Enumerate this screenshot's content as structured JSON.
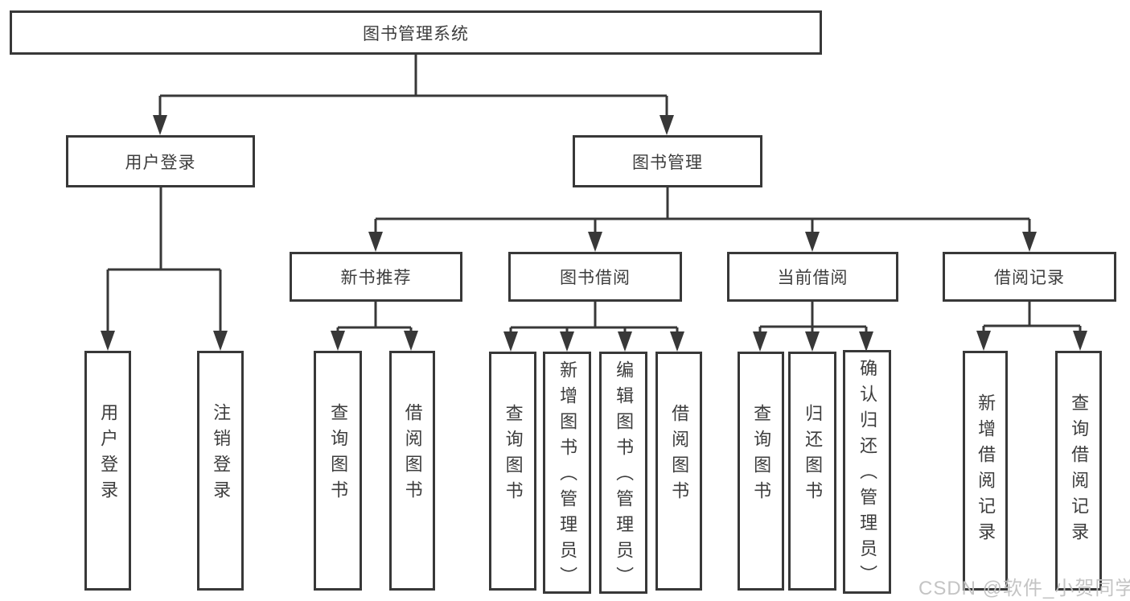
{
  "diagram": {
    "root": {
      "label": "图书管理系统"
    },
    "level1": [
      {
        "id": "user-login",
        "label": "用户登录"
      },
      {
        "id": "book-management",
        "label": "图书管理"
      }
    ],
    "level2": [
      {
        "id": "new-book-recommendation",
        "label": "新书推荐"
      },
      {
        "id": "book-borrowing",
        "label": "图书借阅"
      },
      {
        "id": "current-borrowing",
        "label": "当前借阅"
      },
      {
        "id": "borrowing-records",
        "label": "借阅记录"
      }
    ],
    "leaves": [
      {
        "parent": "user-login",
        "label": "用户登录"
      },
      {
        "parent": "user-login",
        "label": "注销登录"
      },
      {
        "parent": "new-book-recommendation",
        "label": "查询图书"
      },
      {
        "parent": "new-book-recommendation",
        "label": "借阅图书"
      },
      {
        "parent": "book-borrowing",
        "label": "查询图书"
      },
      {
        "parent": "book-borrowing",
        "label": "新增图书（管理员）"
      },
      {
        "parent": "book-borrowing",
        "label": "编辑图书（管理员）"
      },
      {
        "parent": "book-borrowing",
        "label": "借阅图书"
      },
      {
        "parent": "current-borrowing",
        "label": "查询图书"
      },
      {
        "parent": "current-borrowing",
        "label": "归还图书"
      },
      {
        "parent": "current-borrowing",
        "label": "确认归还（管理员）"
      },
      {
        "parent": "borrowing-records",
        "label": "新增借阅记录"
      },
      {
        "parent": "borrowing-records",
        "label": "查询借阅记录"
      }
    ]
  },
  "watermark": {
    "text": "CSDN @软件_小贺同学"
  },
  "colors": {
    "line": "#383838",
    "text": "#3d3d3d",
    "background": "#ffffff",
    "watermark": "#c1c1c1"
  }
}
